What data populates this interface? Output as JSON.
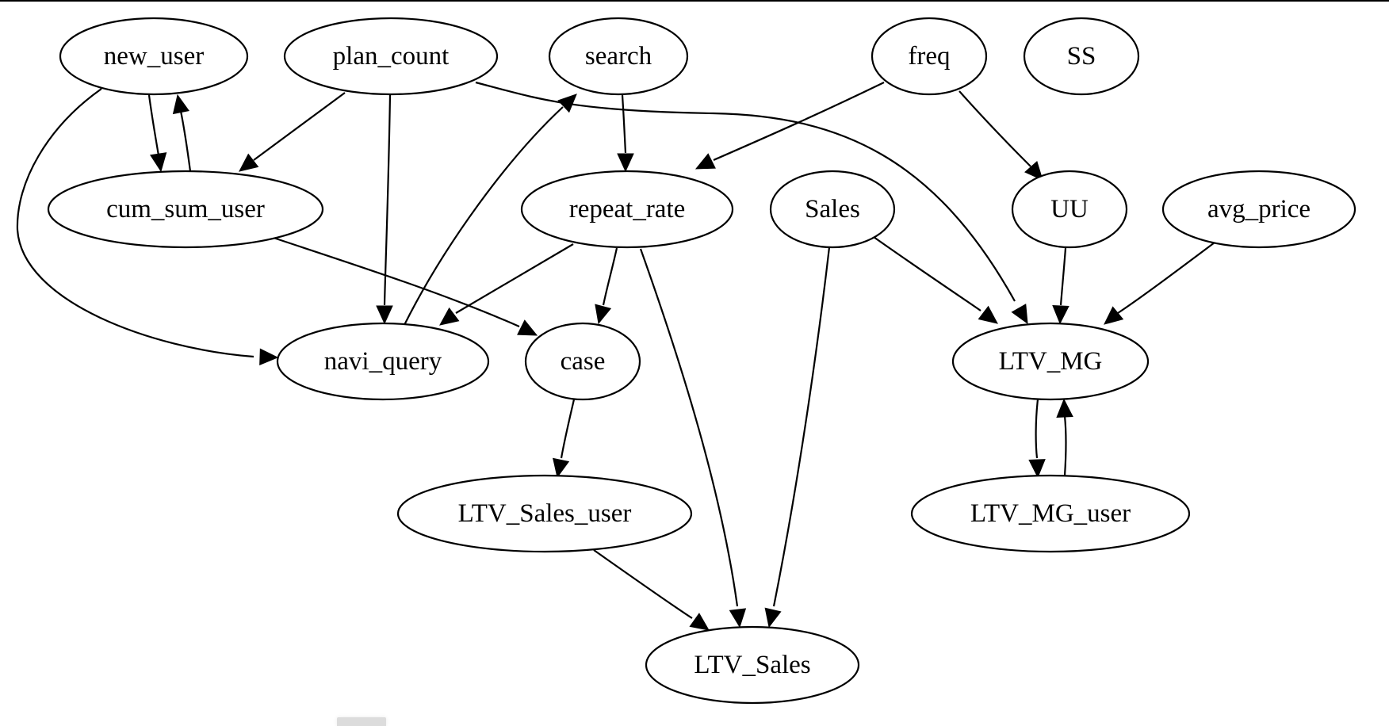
{
  "graph": {
    "type": "directed",
    "nodes": [
      {
        "id": "new_user",
        "label": "new_user"
      },
      {
        "id": "plan_count",
        "label": "plan_count"
      },
      {
        "id": "search",
        "label": "search"
      },
      {
        "id": "freq",
        "label": "freq"
      },
      {
        "id": "SS",
        "label": "SS"
      },
      {
        "id": "cum_sum_user",
        "label": "cum_sum_user"
      },
      {
        "id": "repeat_rate",
        "label": "repeat_rate"
      },
      {
        "id": "Sales",
        "label": "Sales"
      },
      {
        "id": "UU",
        "label": "UU"
      },
      {
        "id": "avg_price",
        "label": "avg_price"
      },
      {
        "id": "navi_query",
        "label": "navi_query"
      },
      {
        "id": "case",
        "label": "case"
      },
      {
        "id": "LTV_MG",
        "label": "LTV_MG"
      },
      {
        "id": "LTV_Sales_user",
        "label": "LTV_Sales_user"
      },
      {
        "id": "LTV_MG_user",
        "label": "LTV_MG_user"
      },
      {
        "id": "LTV_Sales",
        "label": "LTV_Sales"
      }
    ],
    "edges": [
      {
        "from": "new_user",
        "to": "cum_sum_user"
      },
      {
        "from": "cum_sum_user",
        "to": "new_user"
      },
      {
        "from": "new_user",
        "to": "navi_query"
      },
      {
        "from": "plan_count",
        "to": "cum_sum_user"
      },
      {
        "from": "plan_count",
        "to": "navi_query"
      },
      {
        "from": "plan_count",
        "to": "LTV_MG"
      },
      {
        "from": "navi_query",
        "to": "search"
      },
      {
        "from": "search",
        "to": "repeat_rate"
      },
      {
        "from": "freq",
        "to": "repeat_rate"
      },
      {
        "from": "freq",
        "to": "UU"
      },
      {
        "from": "cum_sum_user",
        "to": "case"
      },
      {
        "from": "repeat_rate",
        "to": "navi_query"
      },
      {
        "from": "repeat_rate",
        "to": "case"
      },
      {
        "from": "repeat_rate",
        "to": "LTV_Sales"
      },
      {
        "from": "Sales",
        "to": "LTV_MG"
      },
      {
        "from": "Sales",
        "to": "LTV_Sales"
      },
      {
        "from": "UU",
        "to": "LTV_MG"
      },
      {
        "from": "avg_price",
        "to": "LTV_MG"
      },
      {
        "from": "case",
        "to": "LTV_Sales_user"
      },
      {
        "from": "LTV_Sales_user",
        "to": "LTV_Sales"
      },
      {
        "from": "LTV_MG",
        "to": "LTV_MG_user"
      },
      {
        "from": "LTV_MG_user",
        "to": "LTV_MG"
      }
    ]
  }
}
